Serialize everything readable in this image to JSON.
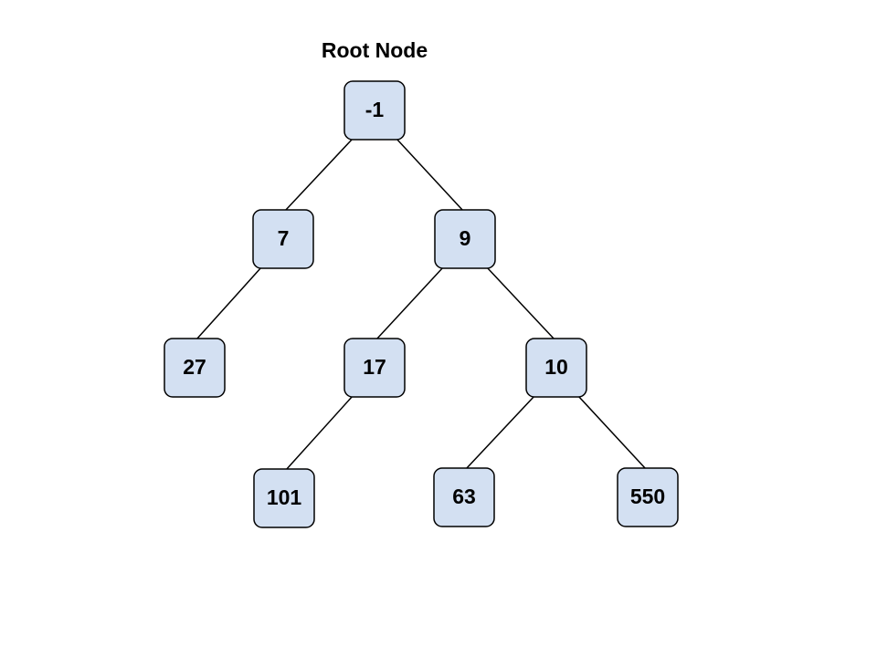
{
  "diagram": {
    "title": "Root Node",
    "colors": {
      "node_fill": "#d3e0f2",
      "node_stroke": "#000000",
      "edge": "#000000",
      "background": "#ffffff"
    },
    "nodes": [
      {
        "id": "n-1",
        "label": "-1"
      },
      {
        "id": "n7",
        "label": "7"
      },
      {
        "id": "n9",
        "label": "9"
      },
      {
        "id": "n27",
        "label": "27"
      },
      {
        "id": "n17",
        "label": "17"
      },
      {
        "id": "n10",
        "label": "10"
      },
      {
        "id": "n101",
        "label": "101"
      },
      {
        "id": "n63",
        "label": "63"
      },
      {
        "id": "n550",
        "label": "550"
      }
    ],
    "edges": [
      {
        "from": "n-1",
        "to": "n7"
      },
      {
        "from": "n-1",
        "to": "n9"
      },
      {
        "from": "n7",
        "to": "n27"
      },
      {
        "from": "n9",
        "to": "n17"
      },
      {
        "from": "n9",
        "to": "n10"
      },
      {
        "from": "n17",
        "to": "n101"
      },
      {
        "from": "n10",
        "to": "n63"
      },
      {
        "from": "n10",
        "to": "n550"
      }
    ]
  }
}
